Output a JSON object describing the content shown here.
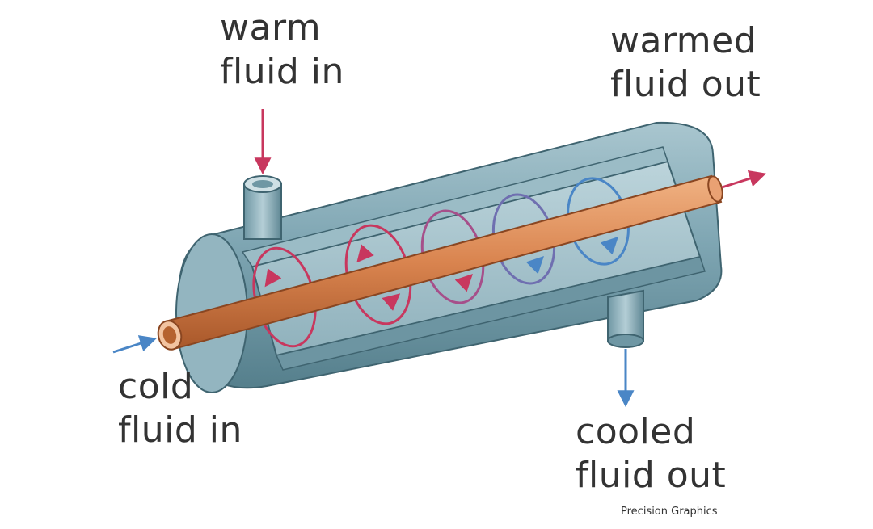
{
  "labels": {
    "warm_in": [
      "warm",
      "fluid in"
    ],
    "warmed_out": [
      "warmed",
      "fluid out"
    ],
    "cold_in": [
      "cold",
      "fluid in"
    ],
    "cooled_out": [
      "cooled",
      "fluid out"
    ]
  },
  "credit": "Precision Graphics",
  "colors": {
    "shell": "#7fa6b3",
    "tube": "#d9844f",
    "hot_flow": "#c8375e",
    "cold_flow": "#4a86c6"
  }
}
